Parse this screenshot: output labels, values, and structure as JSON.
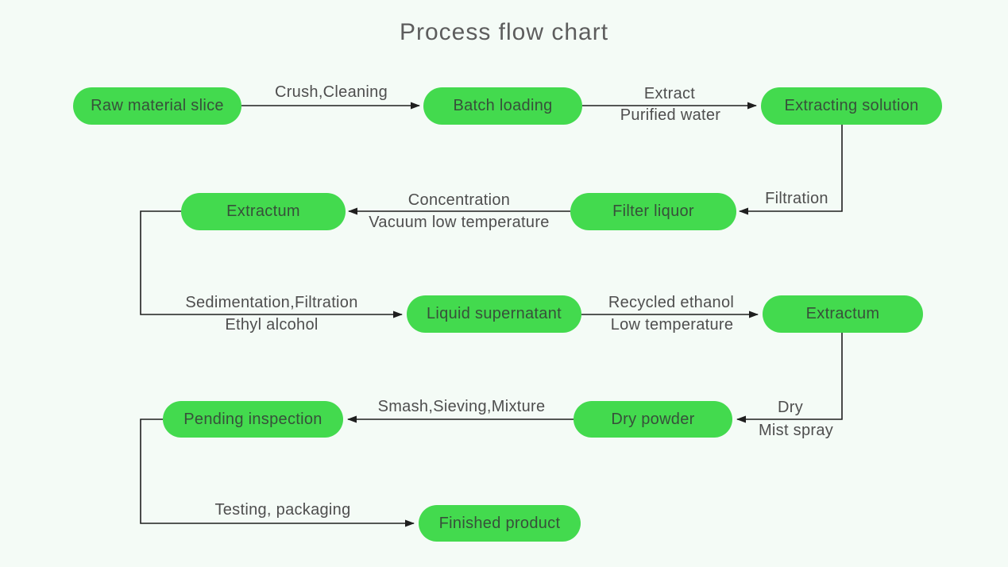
{
  "title": "Process flow chart",
  "colors": {
    "background": "#f4fbf6",
    "node_fill": "#43da4e",
    "node_text": "#37503a",
    "line": "#1f1f1f",
    "label_text": "#4e4e4e",
    "title_text": "#5d5d5d"
  },
  "nodes": [
    {
      "id": "raw-material-slice",
      "label": "Raw material slice"
    },
    {
      "id": "batch-loading",
      "label": "Batch loading"
    },
    {
      "id": "extracting-solution",
      "label": "Extracting solution"
    },
    {
      "id": "extractum-1",
      "label": "Extractum"
    },
    {
      "id": "filter-liquor",
      "label": "Filter liquor"
    },
    {
      "id": "liquid-supernatant",
      "label": "Liquid supernatant"
    },
    {
      "id": "extractum-2",
      "label": "Extractum"
    },
    {
      "id": "pending-inspection",
      "label": "Pending inspection"
    },
    {
      "id": "dry-powder",
      "label": "Dry powder"
    },
    {
      "id": "finished-product",
      "label": "Finished product"
    }
  ],
  "edges": [
    {
      "from": "Raw material slice",
      "to": "Batch loading",
      "label": "Crush,Cleaning"
    },
    {
      "from": "Batch loading",
      "to": "Extracting solution",
      "label": "Extract",
      "label2": "Purified water"
    },
    {
      "from": "Extracting solution",
      "to": "Filter liquor",
      "label": "Filtration"
    },
    {
      "from": "Filter liquor",
      "to": "Extractum",
      "label": "Concentration",
      "label2": "Vacuum low temperature"
    },
    {
      "from": "Extractum",
      "to": "Liquid supernatant",
      "label": "Sedimentation,Filtration",
      "label2": "Ethyl alcohol"
    },
    {
      "from": "Liquid supernatant",
      "to": "Extractum",
      "label": "Recycled ethanol",
      "label2": "Low temperature"
    },
    {
      "from": "Extractum",
      "to": "Dry powder",
      "label": "Dry",
      "label2": "Mist spray"
    },
    {
      "from": "Dry powder",
      "to": "Pending inspection",
      "label": "Smash,Sieving,Mixture"
    },
    {
      "from": "Pending inspection",
      "to": "Finished product",
      "label": "Testing, packaging"
    }
  ]
}
